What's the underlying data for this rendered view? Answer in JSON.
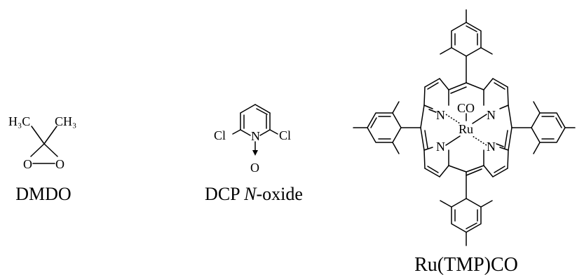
{
  "molecules": {
    "dmdo": {
      "name": "DMDO",
      "atoms": {
        "methyl_left": "H₃C",
        "methyl_right": "CH₃",
        "oxygen_left": "O",
        "oxygen_right": "O"
      }
    },
    "dcp_noxide": {
      "name_prefix": "DCP ",
      "name_italic": "N",
      "name_suffix": "-oxide",
      "atoms": {
        "chlorine_left": "Cl",
        "nitrogen": "N",
        "chlorine_right": "Cl",
        "oxygen": "O"
      }
    },
    "ru_tmp_co": {
      "name": "Ru(TMP)CO",
      "atoms": {
        "metal": "Ru",
        "ligand": "CO",
        "n_top_left": "N",
        "n_top_right": "N",
        "n_bottom_left": "N",
        "n_bottom_right": "N"
      }
    }
  }
}
